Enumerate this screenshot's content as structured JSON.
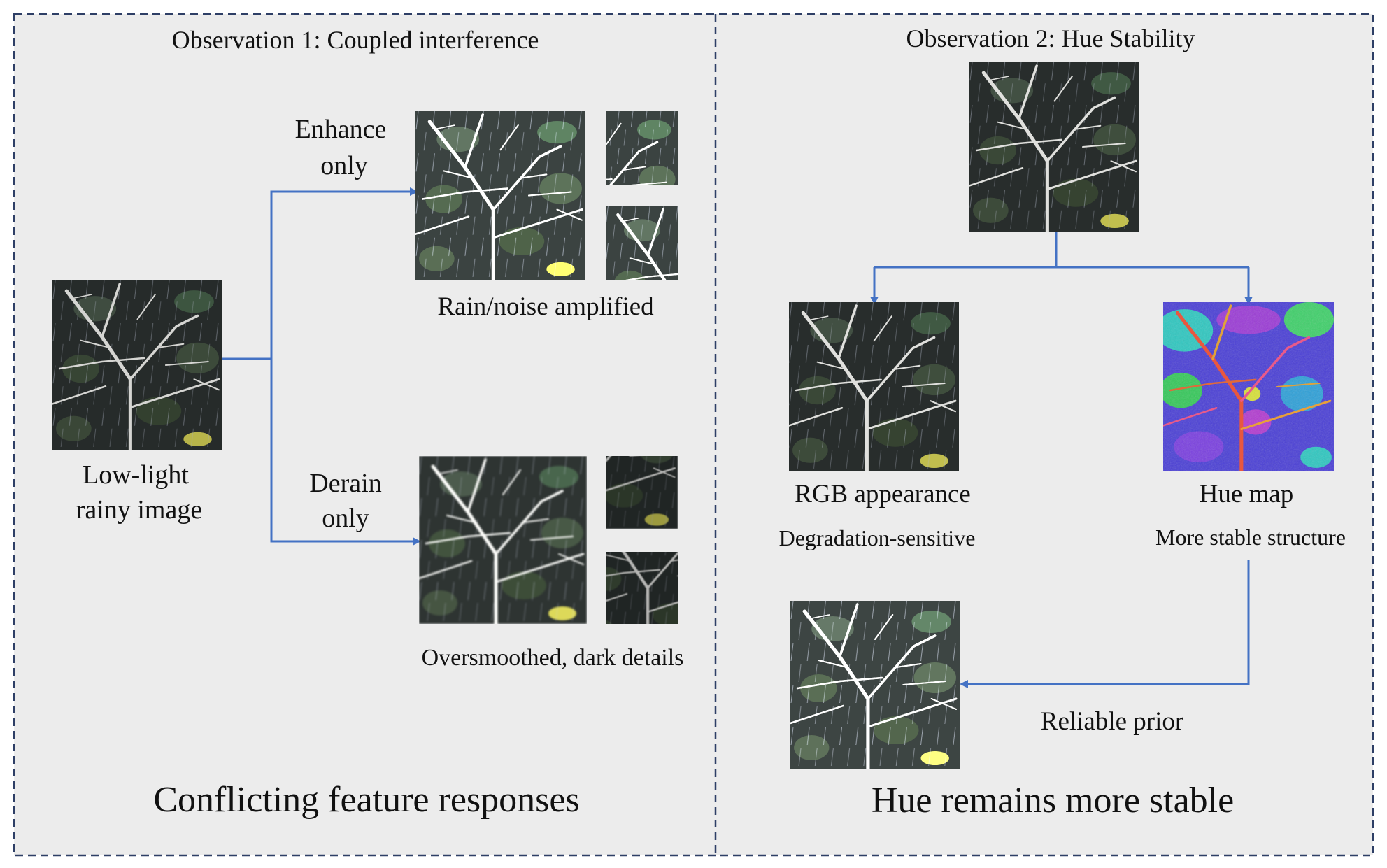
{
  "left_panel": {
    "title": "Observation 1: Coupled interference",
    "input_caption_line1": "Low-light",
    "input_caption_line2": "rainy image",
    "enhance_label_line1": "Enhance",
    "enhance_label_line2": "only",
    "enhance_result_caption": "Rain/noise amplified",
    "derain_label_line1": "Derain",
    "derain_label_line2": "only",
    "derain_result_caption": "Oversmoothed, dark details",
    "bottom_caption": "Conflicting feature responses"
  },
  "right_panel": {
    "title": "Observation 2: Hue Stability",
    "rgb_caption": "RGB appearance",
    "rgb_subcaption": "Degradation-sensitive",
    "hue_caption": "Hue map",
    "hue_subcaption": "More stable structure",
    "prior_label": "Reliable prior",
    "bottom_caption": "Hue remains more stable"
  },
  "colors": {
    "panel_background": "#ececec",
    "dashed_border": "#2e3f66",
    "arrow": "#4472c4"
  }
}
